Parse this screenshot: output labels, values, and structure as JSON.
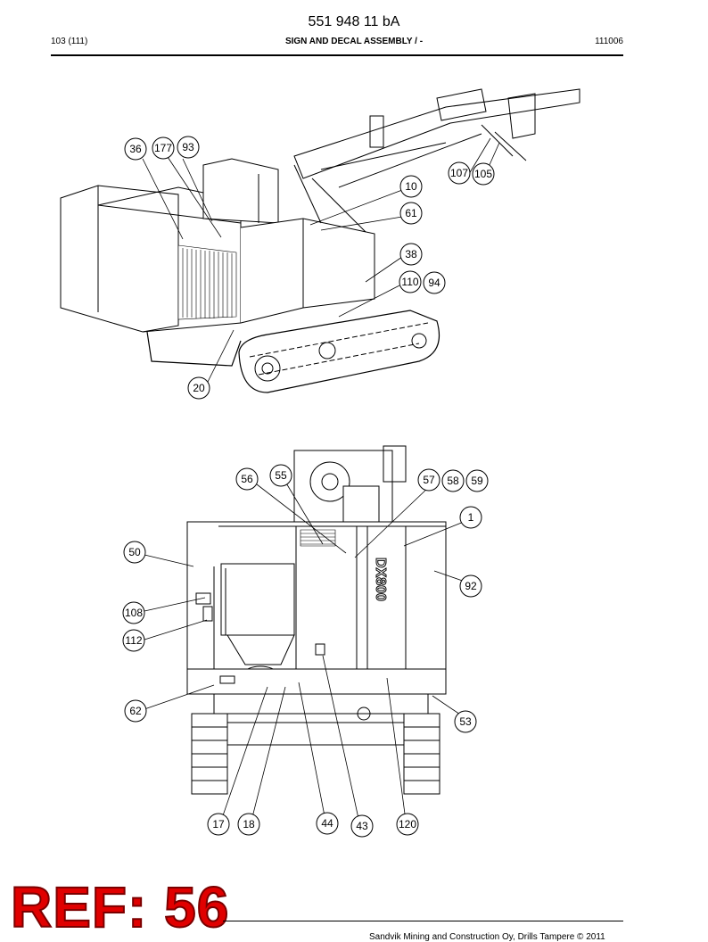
{
  "header": {
    "doc_number": "551 948 11 bA",
    "page": "103 (111)",
    "title": "SIGN AND DECAL ASSEMBLY / -",
    "code": "111006"
  },
  "figure1": {
    "callouts": [
      "36",
      "177",
      "93",
      "107",
      "105",
      "10",
      "61",
      "38",
      "110",
      "94",
      "20"
    ]
  },
  "figure2": {
    "callouts": [
      "56",
      "55",
      "57",
      "58",
      "59",
      "1",
      "50",
      "92",
      "108",
      "112",
      "62",
      "53",
      "17",
      "18",
      "44",
      "43",
      "120"
    ],
    "model_badge": "DX800"
  },
  "ref_label": "REF: 56",
  "footer": {
    "text": "Sandvik Mining and Construction Oy, Drills Tampere © 2011"
  }
}
